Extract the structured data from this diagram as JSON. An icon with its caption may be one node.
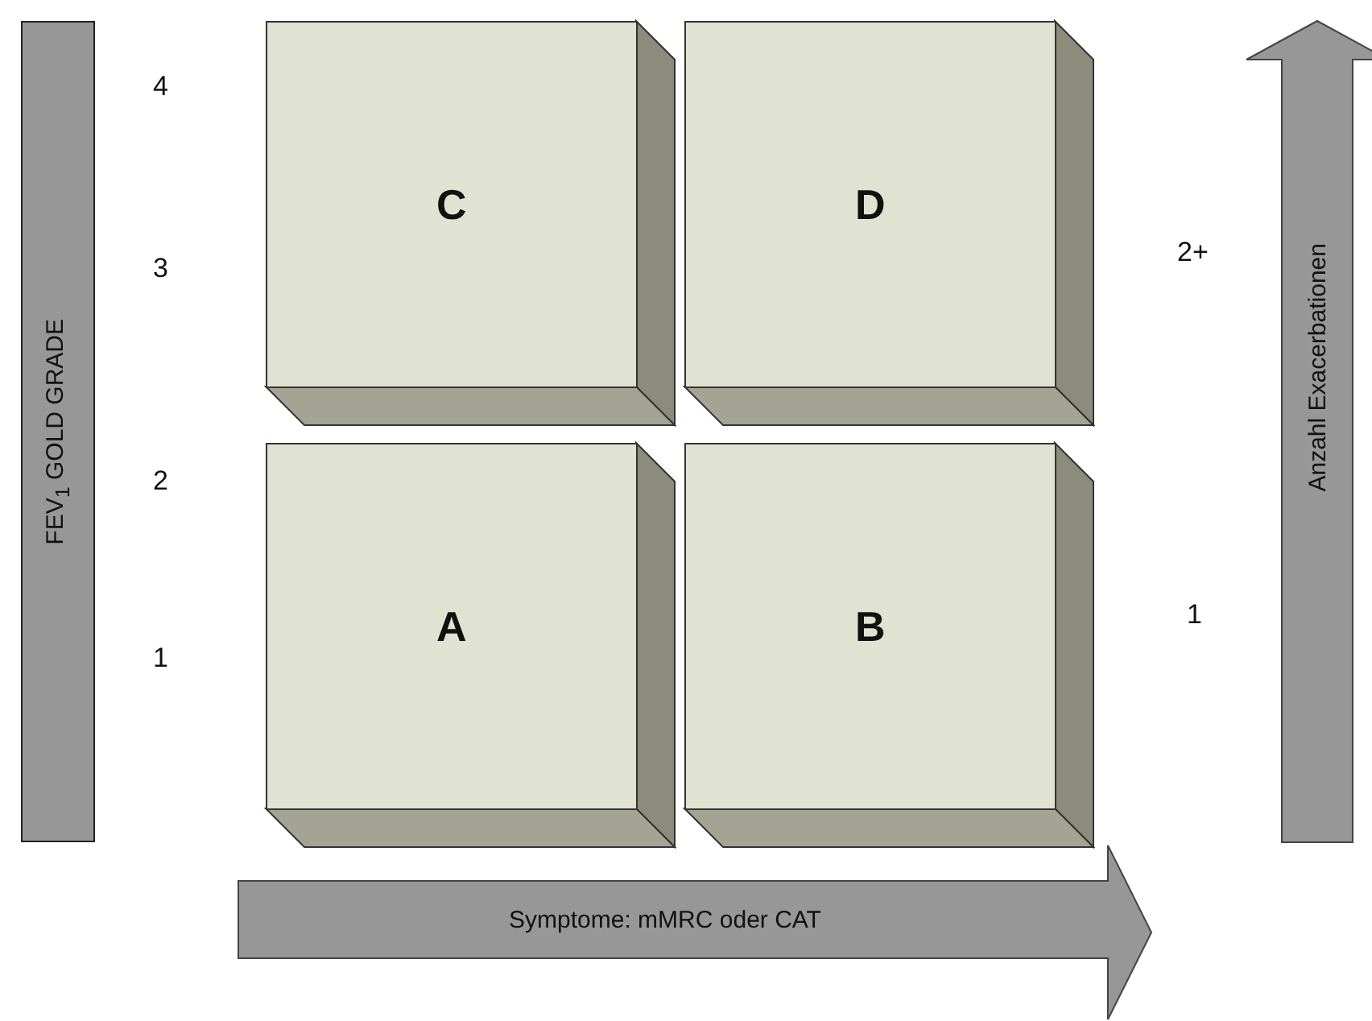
{
  "diagram": {
    "nodes": [
      {
        "text": [
          "FEV$_{1}$ GOLD GRADE"
        ]
      },
      {
        "text": [
          "C"
        ]
      },
      {
        "text": [
          "D"
        ]
      },
      {
        "text": [
          "Anzahl Exacerbationen"
        ]
      },
      {
        "text": [
          "A"
        ]
      },
      {
        "text": [
          "B"
        ]
      },
      {
        "text": [
          "Symptome: mMRC oder CAT"
        ]
      }
    ],
    "labels": [
      "4",
      "3",
      "2+",
      "2",
      "1",
      "1"
    ]
  }
}
